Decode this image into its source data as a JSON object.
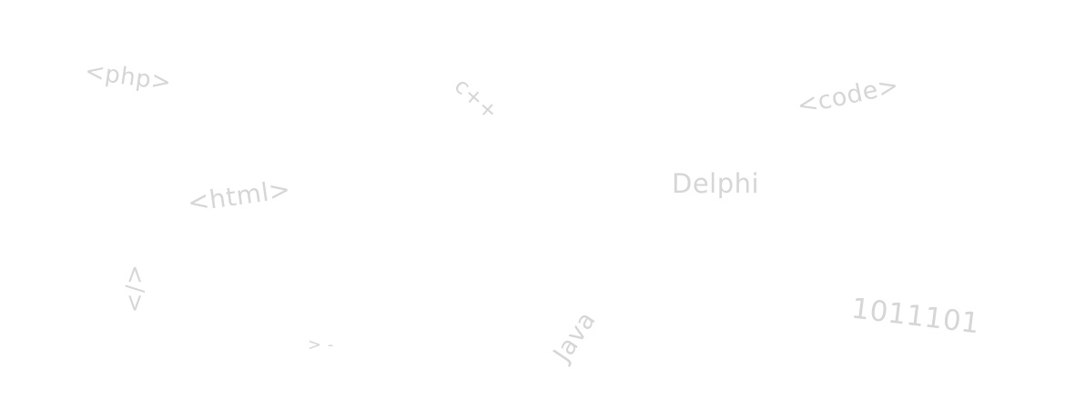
{
  "background_color": "#ffffff",
  "text_color": "#d6d6d6",
  "words": {
    "php": "<php>",
    "cpp": "c++",
    "code": "<code>",
    "html": "<html>",
    "delphi": "Delphi",
    "close_tag": "</>",
    "arrow": "> -",
    "java": "Java",
    "binary": "1011101"
  }
}
